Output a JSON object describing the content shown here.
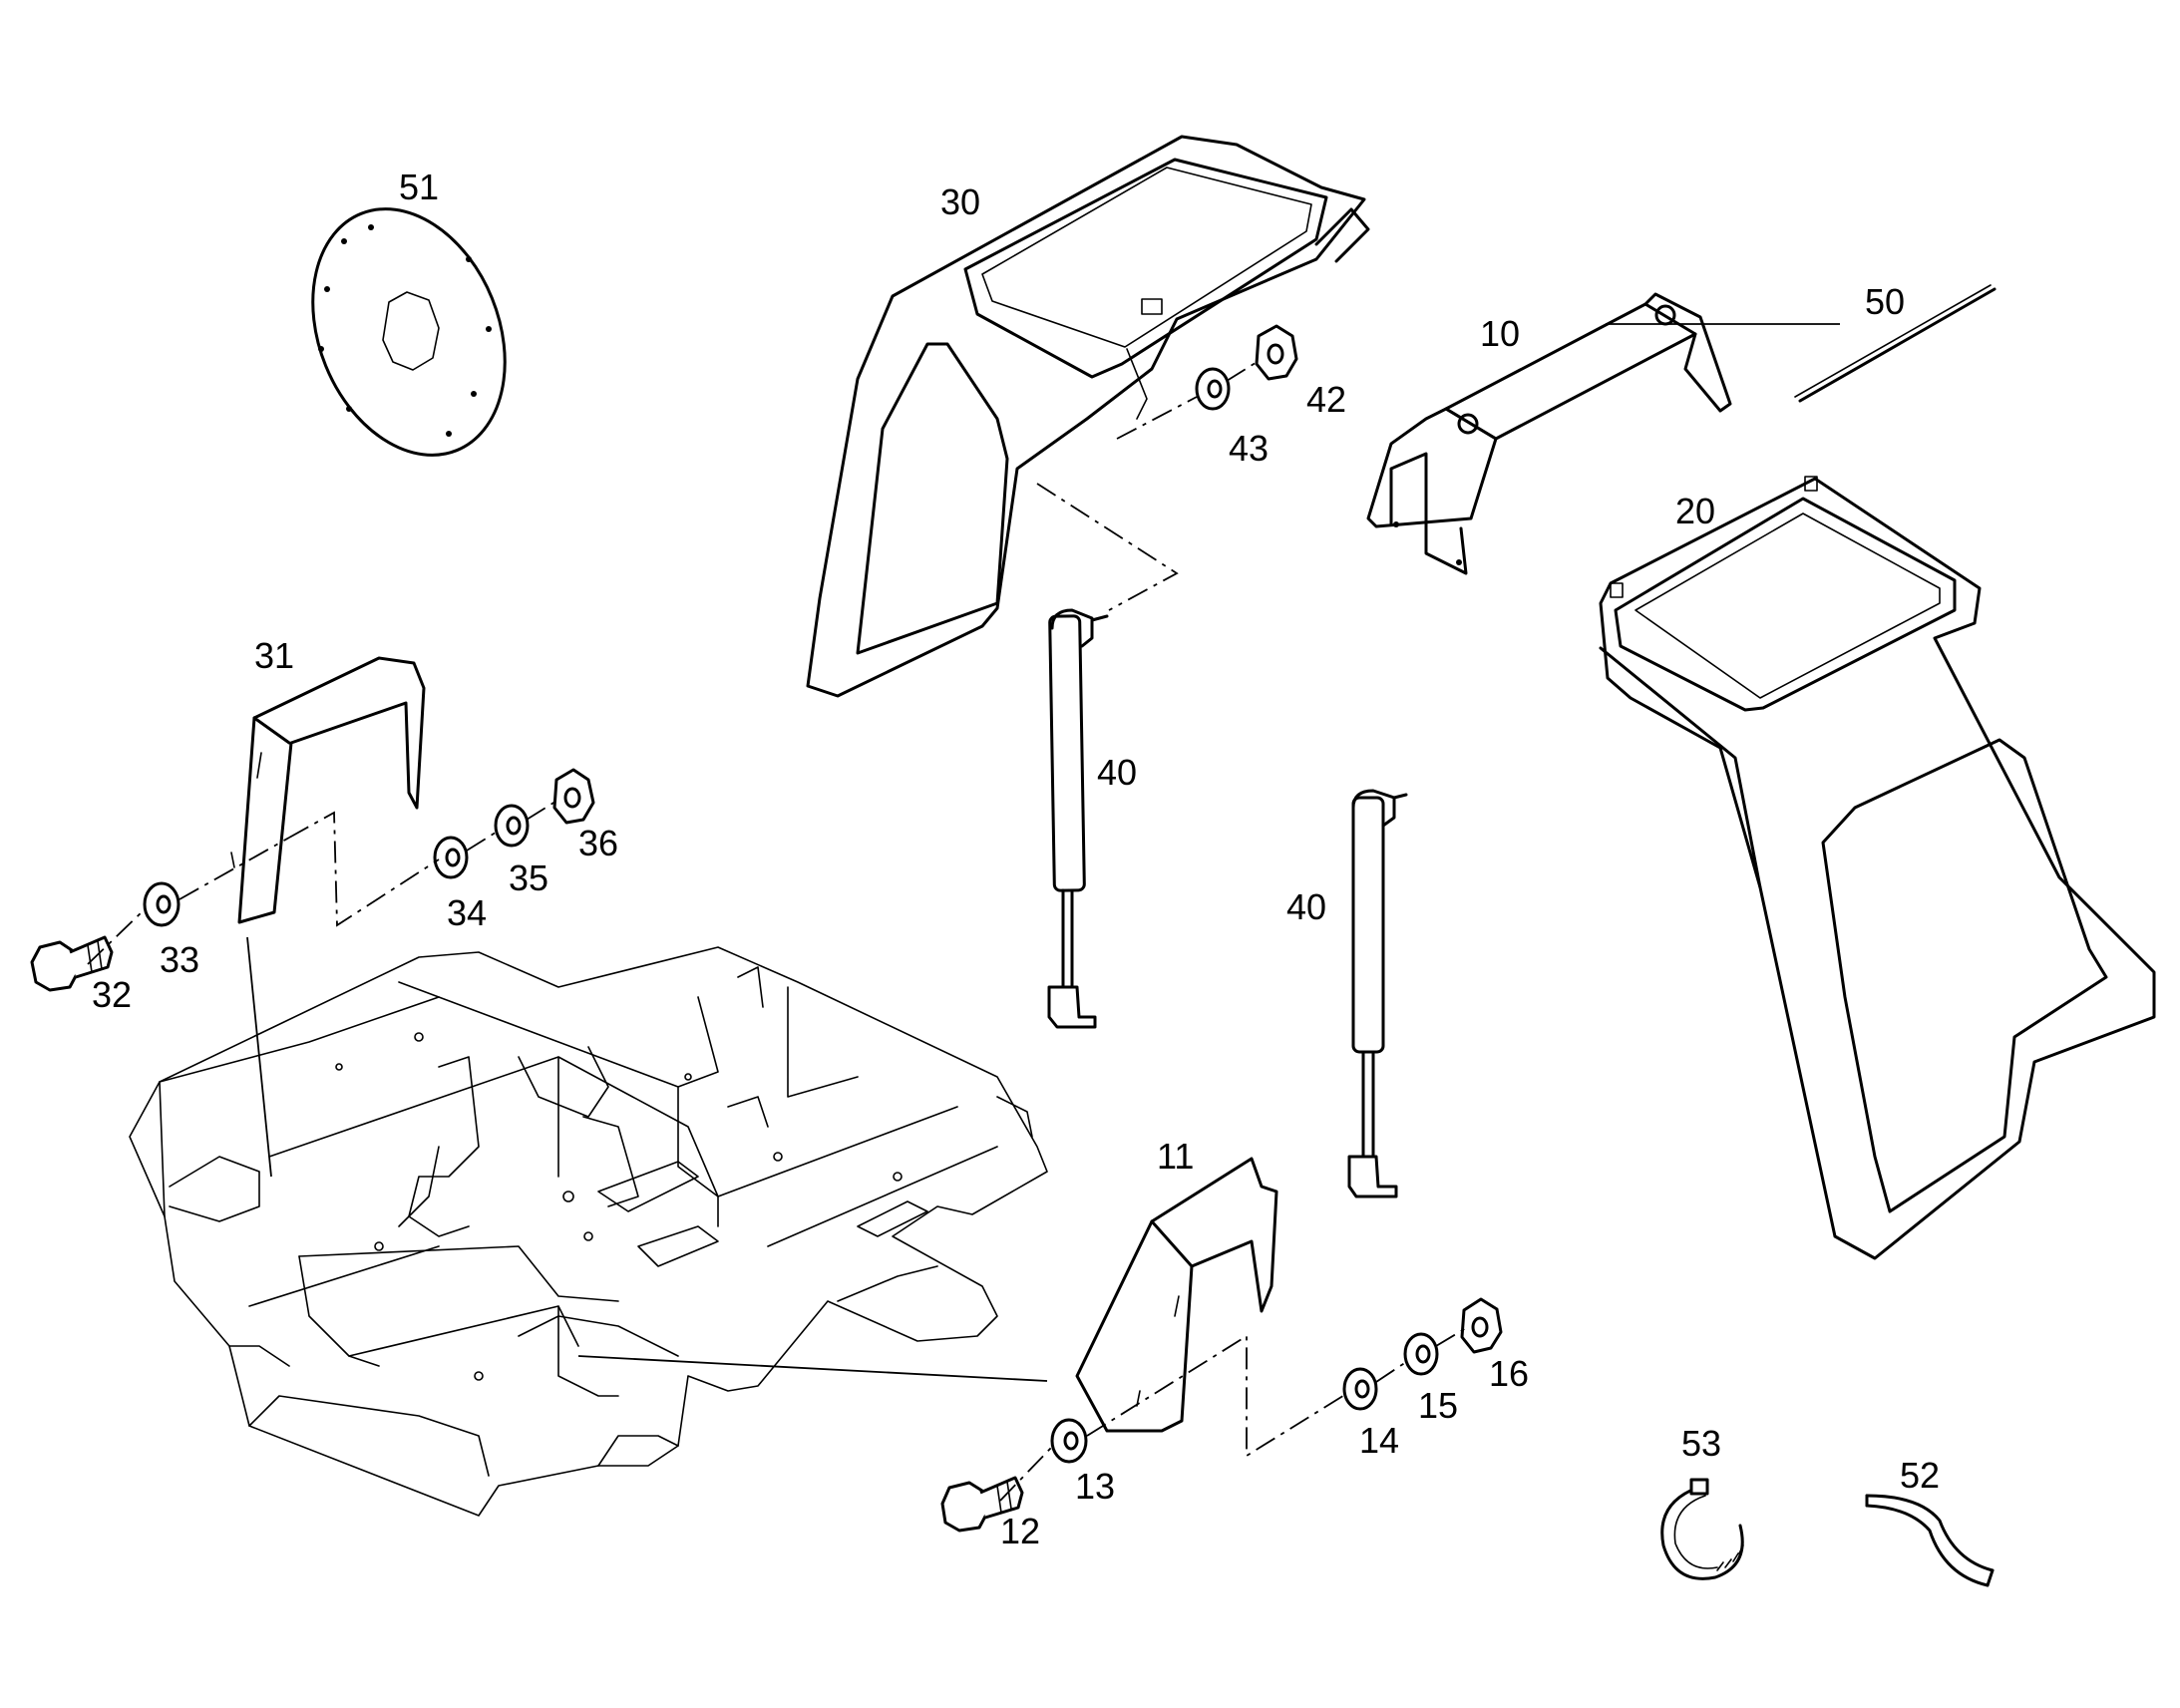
{
  "callouts": {
    "c10": "10",
    "c11": "11",
    "c12": "12",
    "c13": "13",
    "c14": "14",
    "c15": "15",
    "c16": "16",
    "c20": "20",
    "c30": "30",
    "c31": "31",
    "c32": "32",
    "c33": "33",
    "c34": "34",
    "c35": "35",
    "c36": "36",
    "c40a": "40",
    "c40b": "40",
    "c42": "42",
    "c43": "43",
    "c50": "50",
    "c51": "51",
    "c52": "52",
    "c53": "53"
  }
}
